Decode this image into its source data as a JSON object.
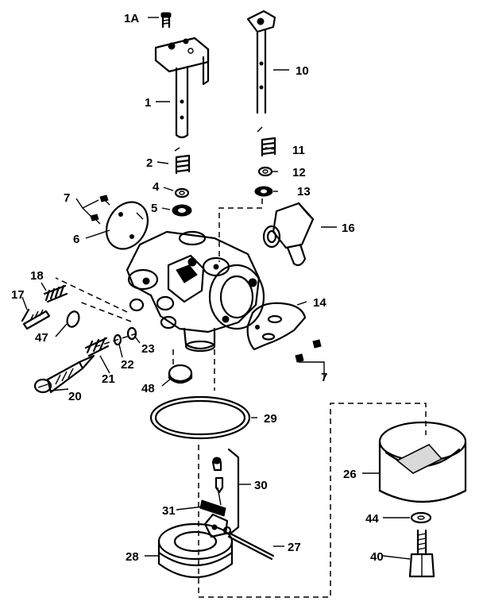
{
  "labels": {
    "p1a": "1A",
    "p1": "1",
    "p10": "10",
    "p2": "2",
    "p4": "4",
    "p5": "5",
    "p11": "11",
    "p12": "12",
    "p13": "13",
    "p7a": "7",
    "p6": "6",
    "p16": "16",
    "p18": "18",
    "p17": "17",
    "p14": "14",
    "p47": "47",
    "p23": "23",
    "p22": "22",
    "p21": "21",
    "p7b": "7",
    "p20": "20",
    "p48": "48",
    "p29": "29",
    "p26": "26",
    "p30": "30",
    "p31": "31",
    "p44": "44",
    "p27": "27",
    "p28": "28",
    "p40": "40"
  }
}
